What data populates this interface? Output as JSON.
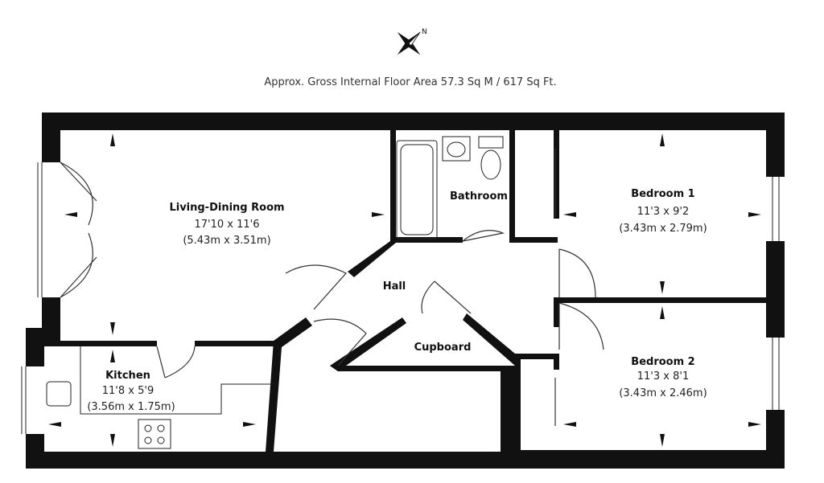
{
  "header": {
    "compass": "N",
    "area_text": "Approx. Gross Internal Floor Area 57.3 Sq M / 617 Sq Ft."
  },
  "rooms": [
    {
      "name": "Living-Dining Room",
      "imperial": "17'10 x 11'6",
      "metric": "(5.43m x 3.51m)"
    },
    {
      "name": "Bathroom"
    },
    {
      "name": "Bedroom 1",
      "imperial": "11'3 x 9'2",
      "metric": "(3.43m x 2.79m)"
    },
    {
      "name": "Hall"
    },
    {
      "name": "Cupboard"
    },
    {
      "name": "Kitchen",
      "imperial": "11'8 x 5'9",
      "metric": "(3.56m x 1.75m)"
    },
    {
      "name": "Bedroom 2",
      "imperial": "11'3 x 8'1",
      "metric": "(3.43m x 2.46m)"
    }
  ]
}
